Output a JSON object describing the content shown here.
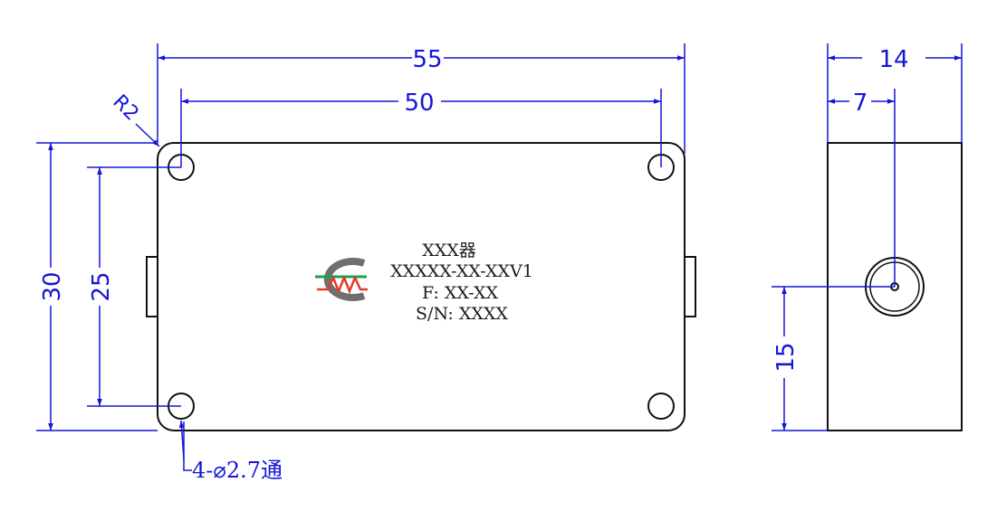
{
  "colors": {
    "dimension": "#1515d8",
    "outline": "#111111",
    "logo_gray": "#6f6f6f",
    "logo_red": "#e23a2a",
    "logo_green": "#1aa34a"
  },
  "dimensions": {
    "overall_width": "55",
    "hole_spacing_width": "50",
    "overall_height": "30",
    "hole_spacing_height": "25",
    "corner_radius": "R2",
    "side_depth": "14",
    "connector_offset_x": "7",
    "connector_offset_y": "15"
  },
  "hole_note": "4-⌀2.7通",
  "label": {
    "title": "XXX器",
    "model": "XXXXX-XX-XXV1",
    "frequency": "F: XX-XX",
    "serial": "S/N: XXXX"
  },
  "logo": {
    "icon": "company-logo-icon"
  }
}
